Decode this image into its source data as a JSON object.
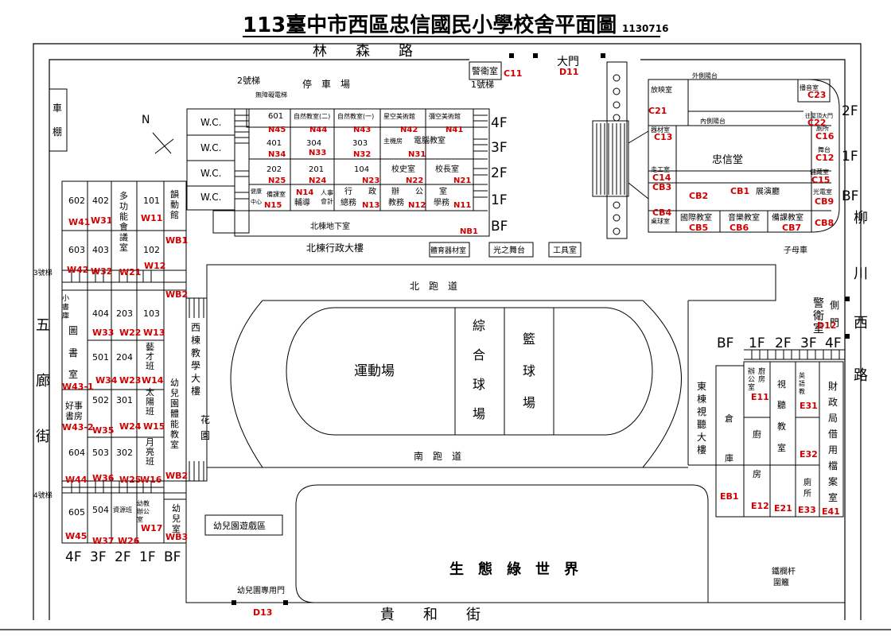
{
  "title": "113臺中市西區忠信國民小學校舍平面圖",
  "title_date": "1130716",
  "roads": {
    "north": "林　　森　　路",
    "south": "貴　　和　　街",
    "west": "五　廊　街",
    "east": "柳　川　西　路"
  },
  "gates": {
    "main": "大門",
    "guard_main": "警衛室",
    "guard_side": "警衛室",
    "side_gate": "側門",
    "kinder_gate": "幼兒園專用門"
  },
  "north_arrow": "N",
  "north_bldg": {
    "name": "北棟行政大樓",
    "basement": "北棟地下室",
    "parking": "停　車　場",
    "stair1": "1號梯",
    "stair2": "2號梯",
    "barrier_elevator": "無障礙電梯",
    "wc": "W.C.",
    "floors": [
      "4F",
      "3F",
      "2F",
      "1F",
      "BF"
    ],
    "rooms": [
      {
        "name": "601",
        "code": "N45"
      },
      {
        "name": "自然教室(二)",
        "code": "N44"
      },
      {
        "name": "自然教室(一)",
        "code": "N43"
      },
      {
        "name": "星空美術館",
        "code": "N42"
      },
      {
        "name": "彌空美術館",
        "code": "N41"
      },
      {
        "name": "401",
        "code": "N34"
      },
      {
        "name": "304",
        "code": "N33"
      },
      {
        "name": "303",
        "code": "N32"
      },
      {
        "name": "主機房",
        "code": ""
      },
      {
        "name": "電腦教室",
        "code": "N31"
      },
      {
        "name": "202",
        "code": "N25"
      },
      {
        "name": "201",
        "code": "N24"
      },
      {
        "name": "104",
        "code": "N23"
      },
      {
        "name": "校史室",
        "code": "N22"
      },
      {
        "name": "校長室",
        "code": "N21"
      },
      {
        "name": "健康中心",
        "code": ""
      },
      {
        "name": "備課室",
        "code": "N15"
      },
      {
        "name": "輔導",
        "code": "N14"
      },
      {
        "name": "人事",
        "code": ""
      },
      {
        "name": "會計",
        "code": ""
      },
      {
        "name": "總務",
        "code": "N13"
      },
      {
        "name": "教務",
        "code": "N12"
      },
      {
        "name": "學務",
        "code": "N11"
      }
    ],
    "admin_label": "行　　政",
    "office_label": "辦　　公　　室",
    "nb1": "NB1"
  },
  "north_annex": [
    {
      "name": "體育器材室"
    },
    {
      "name": "光之舞台"
    },
    {
      "name": "工具室"
    }
  ],
  "zhongxin": {
    "hall": "忠信堂",
    "broadcast": "放映室",
    "outer_gallery": "外側陽台",
    "inner_gallery": "內側陽台",
    "rooms": [
      {
        "name": "播音室",
        "code": "C23"
      },
      {
        "name": "",
        "code": "C21"
      },
      {
        "name": "往屋頂大門",
        "code": "C22"
      },
      {
        "name": "器材室",
        "code": "C13"
      },
      {
        "name": "廁所",
        "code": "C16"
      },
      {
        "name": "舞台",
        "code": "C12"
      },
      {
        "name": "走工室",
        "code": "C14"
      },
      {
        "name": "",
        "code": "CB3"
      },
      {
        "name": "儲藏室",
        "code": "C15"
      },
      {
        "name": "",
        "code": "CB2"
      },
      {
        "name": "展演廳",
        "code": "CB1"
      },
      {
        "name": "光電室",
        "code": "CB9"
      },
      {
        "name": "桌球室",
        "code": "CB4"
      },
      {
        "name": "國際教室",
        "code": "CB5"
      },
      {
        "name": "音樂教室",
        "code": "CB6"
      },
      {
        "name": "備課教室",
        "code": "CB7"
      },
      {
        "name": "",
        "code": "CB8"
      }
    ],
    "floors": [
      "2F",
      "1F",
      "BF"
    ],
    "drop": "子母車"
  },
  "west_bldg": {
    "name": "西棟教學大樓",
    "stair3": "3號梯",
    "stair4": "4號梯",
    "garden": "花園",
    "bike": "車棚",
    "floors": [
      "4F",
      "3F",
      "2F",
      "1F",
      "BF"
    ],
    "rooms": [
      {
        "name": "602",
        "code": "W41"
      },
      {
        "name": "402",
        "code": "W31"
      },
      {
        "name": "多功能會議室",
        "code": "W21"
      },
      {
        "name": "101",
        "code": "W11"
      },
      {
        "name": "韻動館",
        "code": "WB1"
      },
      {
        "name": "603",
        "code": "W42"
      },
      {
        "name": "403",
        "code": "W32"
      },
      {
        "name": "102",
        "code": "W12"
      },
      {
        "name": "小書庫",
        "code": ""
      },
      {
        "name": "圖書室",
        "code": "W43-1"
      },
      {
        "name": "404",
        "code": "W33"
      },
      {
        "name": "203",
        "code": "W22"
      },
      {
        "name": "103",
        "code": "W13"
      },
      {
        "name": "",
        "code": "WB2"
      },
      {
        "name": "501",
        "code": "W34"
      },
      {
        "name": "204",
        "code": "W23"
      },
      {
        "name": "藝才班",
        "code": "W14"
      },
      {
        "name": "好事書房",
        "code": "W43-2"
      },
      {
        "name": "502",
        "code": "W35"
      },
      {
        "name": "301",
        "code": "W24"
      },
      {
        "name": "太陽班",
        "code": "W15"
      },
      {
        "name": "幼兒園體能教室",
        "code": ""
      },
      {
        "name": "604",
        "code": "W44"
      },
      {
        "name": "503",
        "code": "W36"
      },
      {
        "name": "302",
        "code": "W25"
      },
      {
        "name": "月亮班",
        "code": "W16"
      },
      {
        "name": "",
        "code": "WB2"
      },
      {
        "name": "605",
        "code": "W45"
      },
      {
        "name": "504",
        "code": "W37"
      },
      {
        "name": "資源班",
        "code": "W26"
      },
      {
        "name": "幼教辦公室",
        "code": "W17"
      },
      {
        "name": "幼兒室",
        "code": "WB3"
      }
    ],
    "kinder_play": "幼兒園遊戲區"
  },
  "field": {
    "north_track": "北　跑　道",
    "south_track": "南　跑　道",
    "sports": "運動場",
    "multi_court": [
      "綜",
      "合",
      "球",
      "場"
    ],
    "basket": [
      "籃",
      "球",
      "場"
    ],
    "eco": "生　態　綠　世　界"
  },
  "east_bldg": {
    "name": "東棟視聽大樓",
    "floors": [
      "BF",
      "1F",
      "2F",
      "3F",
      "4F"
    ],
    "rooms": [
      {
        "name": "倉庫",
        "code": "EB1"
      },
      {
        "name": "辦公室",
        "code": "E11"
      },
      {
        "name": "廚房",
        "code": "E12"
      },
      {
        "name": "視聽教室",
        "code": "E21"
      },
      {
        "name": "英語教室",
        "code": "E31"
      },
      {
        "name": "",
        "code": "E32"
      },
      {
        "name": "廁所",
        "code": "E33"
      },
      {
        "name": "財政局借用檔案室",
        "code": "E41"
      }
    ],
    "fence": "鐵欄杆圍籬"
  },
  "gate_codes": {
    "c11": "C11",
    "d11": "D11",
    "d12": "D12",
    "d13": "D13"
  }
}
